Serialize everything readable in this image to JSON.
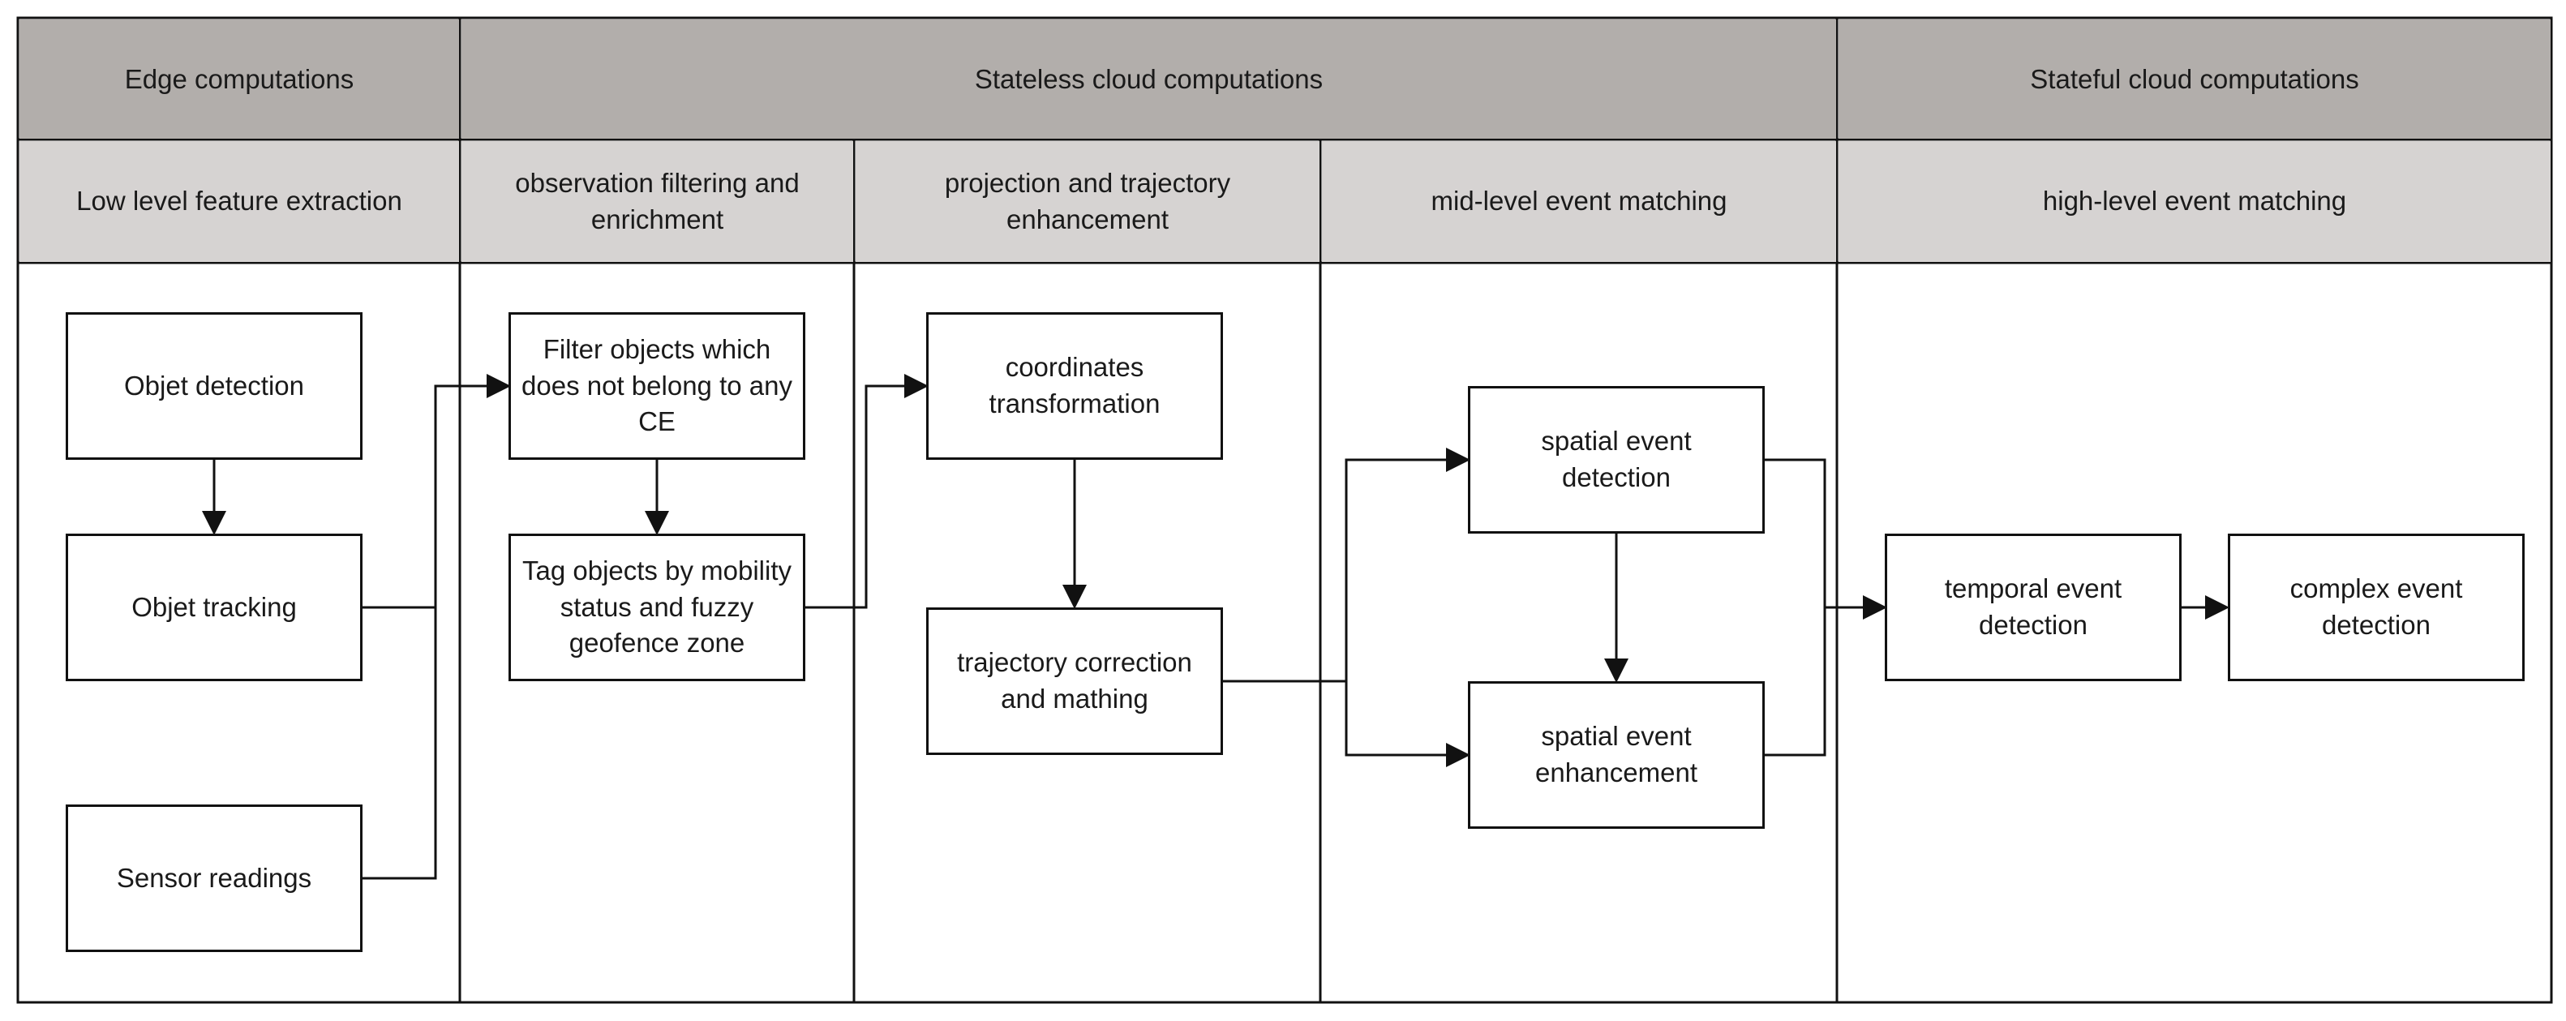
{
  "columns": {
    "edge": "Edge computations",
    "stateless": "Stateless cloud computations",
    "stateful": "Stateful cloud computations"
  },
  "stages": {
    "low_level": "Low level feature extraction",
    "filtering": "observation filtering and enrichment",
    "projection": "projection and trajectory enhancement",
    "mid_level": "mid-level event matching",
    "high_level": "high-level event matching"
  },
  "nodes": {
    "object_detection": "Objet detection",
    "object_tracking": "Objet tracking",
    "sensor_readings": "Sensor readings",
    "filter_objects": "Filter objects which does not belong to any CE",
    "tag_objects": "Tag objects by mobility status and fuzzy geofence zone",
    "coordinates_transformation": "coordinates transformation",
    "trajectory_correction": "trajectory correction and mathing",
    "spatial_event_detection": "spatial event detection",
    "spatial_event_enhancement": "spatial event enhancement",
    "temporal_event_detection": "temporal event detection",
    "complex_event_detection": "complex event detection"
  },
  "colors": {
    "header_dark": "#b2aeab",
    "header_light": "#d6d3d2",
    "line": "#111111"
  }
}
